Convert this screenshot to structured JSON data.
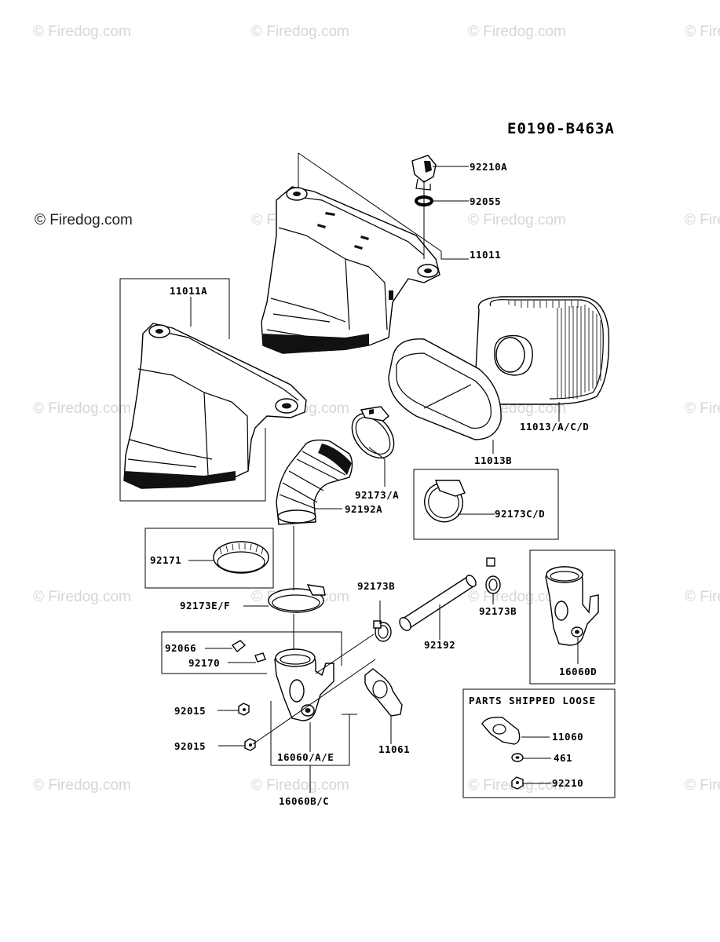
{
  "watermark": "© Firedog.com",
  "copyright": "© Firedog.com",
  "drawing_code": "E0190-B463A",
  "loose_box_title": "PARTS SHIPPED LOOSE",
  "labels": {
    "p92210A": "92210A",
    "p92055": "92055",
    "p11011": "11011",
    "p11011A": "11011A",
    "p11013ACD": "11013/A/C/D",
    "p11013B": "11013B",
    "p92173A": "92173/A",
    "p92192A": "92192A",
    "p92173CD": "92173C/D",
    "p92171": "92171",
    "p92173EF": "92173E/F",
    "p92173B_left": "92173B",
    "p92173B_right": "92173B",
    "p92192": "92192",
    "p16060D": "16060D",
    "p92066": "92066",
    "p92170": "92170",
    "p92015_upper": "92015",
    "p92015_lower": "92015",
    "p11061": "11061",
    "p16060AE": "16060/A/E",
    "p16060BC": "16060B/C",
    "p11060": "11060",
    "p461": "461",
    "p92210": "92210"
  }
}
